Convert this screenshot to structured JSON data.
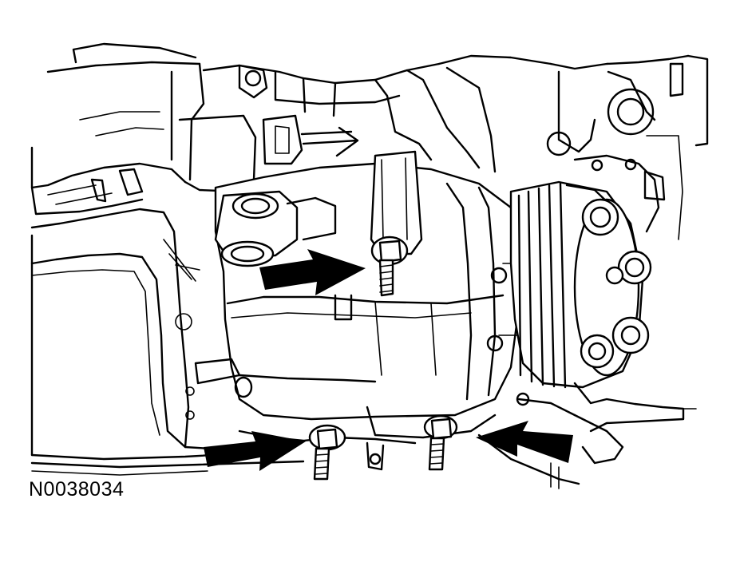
{
  "figure": {
    "id_label": "N0038034"
  },
  "callouts": [
    {
      "name": "upper-bolt-arrow",
      "direction": "right",
      "color": "#000000"
    },
    {
      "name": "lower-left-bolt-arrow",
      "direction": "right",
      "color": "#000000"
    },
    {
      "name": "lower-right-bolt-arrow",
      "direction": "left",
      "color": "#000000"
    }
  ],
  "colors": {
    "line": "#000000",
    "background": "#ffffff"
  }
}
